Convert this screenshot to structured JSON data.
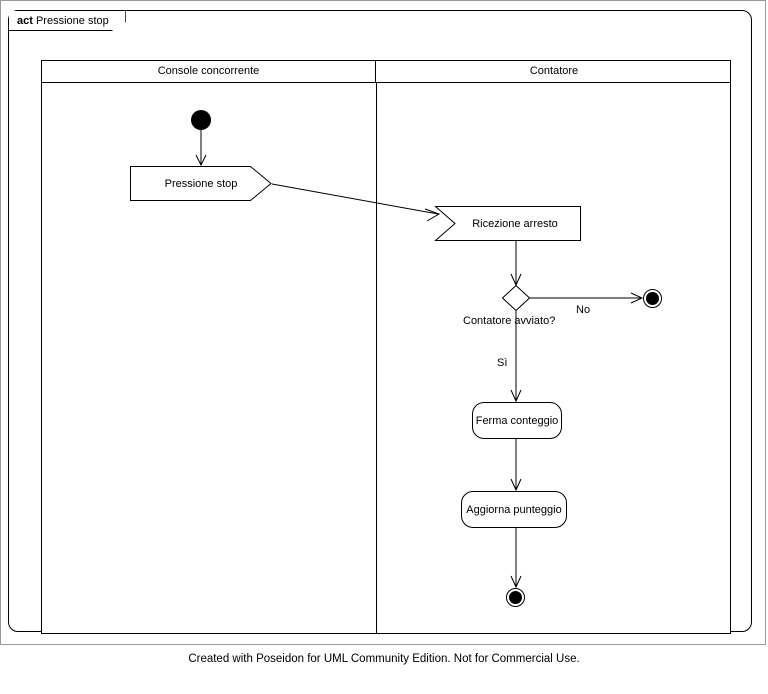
{
  "frame": {
    "keyword": "act",
    "title": "Pressione stop"
  },
  "swimlanes": [
    {
      "name": "Console concorrente"
    },
    {
      "name": "Contatore"
    }
  ],
  "nodes": {
    "initial": {
      "type": "initial-node",
      "lane": "Console concorrente"
    },
    "send_signal": {
      "type": "send-signal-action",
      "label": "Pressione stop",
      "lane": "Console concorrente"
    },
    "receive_signal": {
      "type": "accept-event-action",
      "label": "Ricezione arresto",
      "lane": "Contatore"
    },
    "decision": {
      "type": "decision-node",
      "label": "Contatore avviato?",
      "lane": "Contatore"
    },
    "final_no": {
      "type": "activity-final-node",
      "lane": "Contatore"
    },
    "action_stop": {
      "type": "action",
      "label": "Ferma conteggio",
      "lane": "Contatore"
    },
    "action_score": {
      "type": "action",
      "label": "Aggiorna punteggio",
      "lane": "Contatore"
    },
    "final_end": {
      "type": "activity-final-node",
      "lane": "Contatore"
    }
  },
  "edges": [
    {
      "from": "initial",
      "to": "send_signal",
      "label": ""
    },
    {
      "from": "send_signal",
      "to": "receive_signal",
      "label": ""
    },
    {
      "from": "receive_signal",
      "to": "decision",
      "label": ""
    },
    {
      "from": "decision",
      "to": "final_no",
      "label": "No"
    },
    {
      "from": "decision",
      "to": "action_stop",
      "label": "Sì"
    },
    {
      "from": "action_stop",
      "to": "action_score",
      "label": ""
    },
    {
      "from": "action_score",
      "to": "final_end",
      "label": ""
    }
  ],
  "edge_labels": {
    "no": "No",
    "si": "Sì"
  },
  "footer": {
    "text": "Created with Poseidon for UML Community Edition. Not for Commercial Use."
  },
  "colors": {
    "stroke": "#000000",
    "fill": "#ffffff",
    "page_border": "#9a9a9a"
  }
}
